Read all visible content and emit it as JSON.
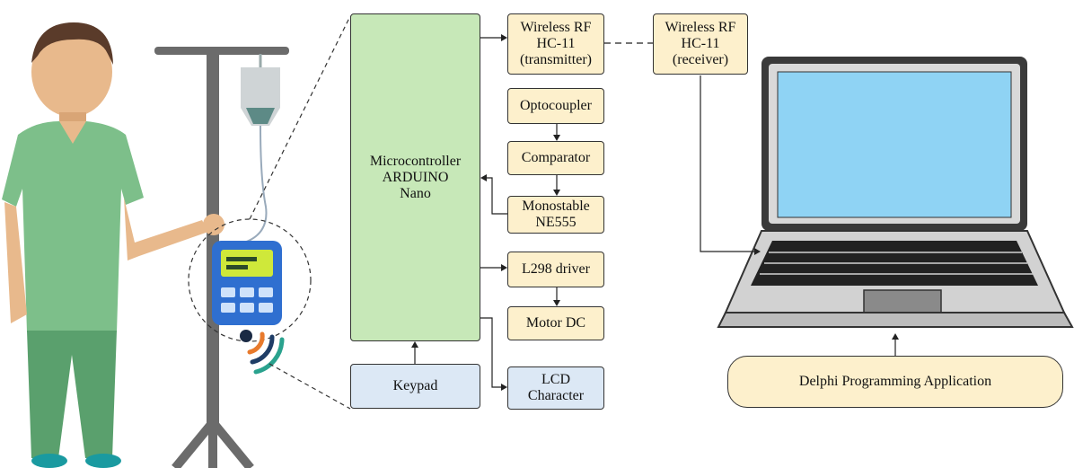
{
  "blocks": {
    "microcontroller": "Microcontroller\nARDUINO\nNano",
    "keypad": "Keypad",
    "wireless_tx": "Wireless RF\nHC-11\n(transmitter)",
    "wireless_rx": "Wireless RF\nHC-11\n(receiver)",
    "optocoupler": "Optocoupler",
    "comparator": "Comparator",
    "monostable": "Monostable\nNE555",
    "l298": "L298 driver",
    "motor": "Motor DC",
    "lcd": "LCD\nCharacter",
    "app": "Delphi Programming Application"
  },
  "colors": {
    "block_yellow": "#fdf0cc",
    "block_green": "#c7e8b8",
    "block_blue": "#dce8f5",
    "scrub": "#7dbf8a",
    "skin": "#e8b98c",
    "hair": "#5a3b2a",
    "device": "#2f6fd0",
    "screen": "#cfe83a",
    "laptop_screen": "#8fd3f4"
  },
  "icons": [
    "person-illustration",
    "iv-stand-illustration",
    "infusion-device-illustration",
    "wireless-signal-icon",
    "laptop-illustration"
  ]
}
